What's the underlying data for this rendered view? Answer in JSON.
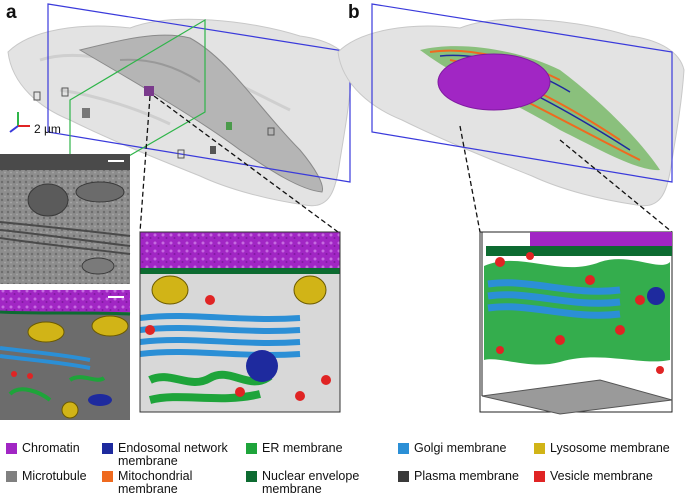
{
  "panels": {
    "a": "a",
    "b": "b"
  },
  "scale_label": "2 µm",
  "colors": {
    "chromatin": "#a126c4",
    "endosomal": "#1e2a9e",
    "er": "#1ea43a",
    "golgi": "#2b8fd6",
    "lysosome": "#d1b417",
    "microtubule": "#808080",
    "mitochondrial": "#ef6a1f",
    "nuclear": "#0d6b31",
    "plasma": "#3a3a3a",
    "vesicle": "#e02424",
    "cell_gray": "#d6d6d6",
    "em_gray": "#6c6c6c"
  },
  "legend": [
    {
      "label": "Chromatin",
      "color": "#a126c4"
    },
    {
      "label": "Endosomal network membrane",
      "color": "#1e2a9e"
    },
    {
      "label": "ER membrane",
      "color": "#1ea43a"
    },
    {
      "label": "Golgi membrane",
      "color": "#2b8fd6"
    },
    {
      "label": "Lysosome membrane",
      "color": "#d1b417"
    },
    {
      "label": "Microtubule",
      "color": "#808080"
    },
    {
      "label": "Mitochondrial membrane",
      "color": "#ef6a1f"
    },
    {
      "label": "Nuclear envelope membrane",
      "color": "#0d6b31"
    },
    {
      "label": "Plasma membrane",
      "color": "#3a3a3a"
    },
    {
      "label": "Vesicle membrane",
      "color": "#e02424"
    }
  ]
}
